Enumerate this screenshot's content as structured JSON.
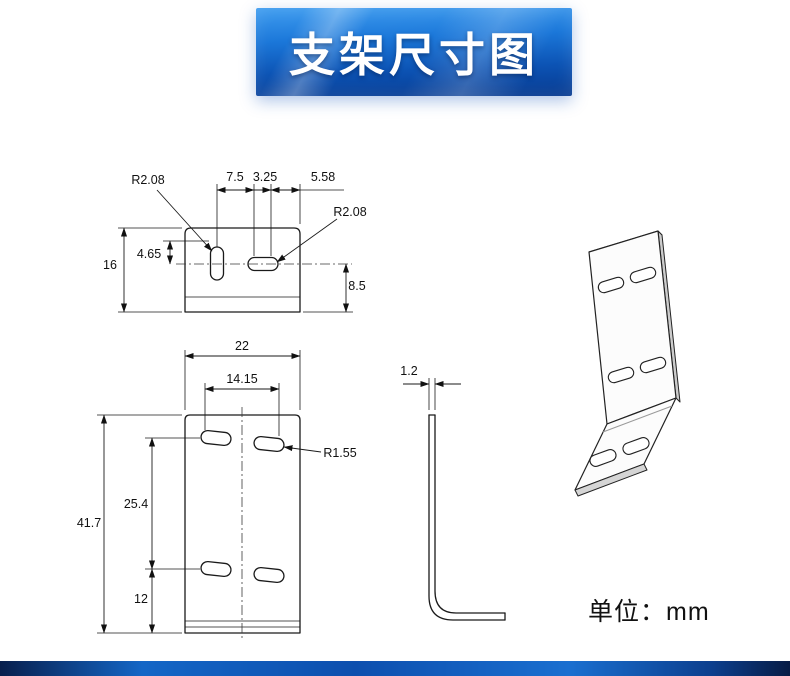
{
  "banner": {
    "title": "支架尺寸图"
  },
  "unit_label": "单位：mm",
  "colors": {
    "banner_blue_top": "#3f9df0",
    "banner_blue_bottom": "#073a90",
    "line_color": "#1a1a1a",
    "strip_blue": "#0d4fae"
  },
  "top_view": {
    "radius_left": "R2.08",
    "hole_pitch": "7.5",
    "slot_arc_span": "3.25",
    "edge_offset": "5.58",
    "radius_right": "R2.08",
    "plate_depth": "16",
    "slot_offset": "4.65",
    "bend_offset": "8.5"
  },
  "front_view": {
    "plate_width": "22",
    "slot_span": "14.15",
    "slot_radius": "R1.55",
    "row_pitch": "25.4",
    "plate_height": "41.7",
    "bottom_offset": "12"
  },
  "side_view": {
    "thickness": "1.2"
  }
}
